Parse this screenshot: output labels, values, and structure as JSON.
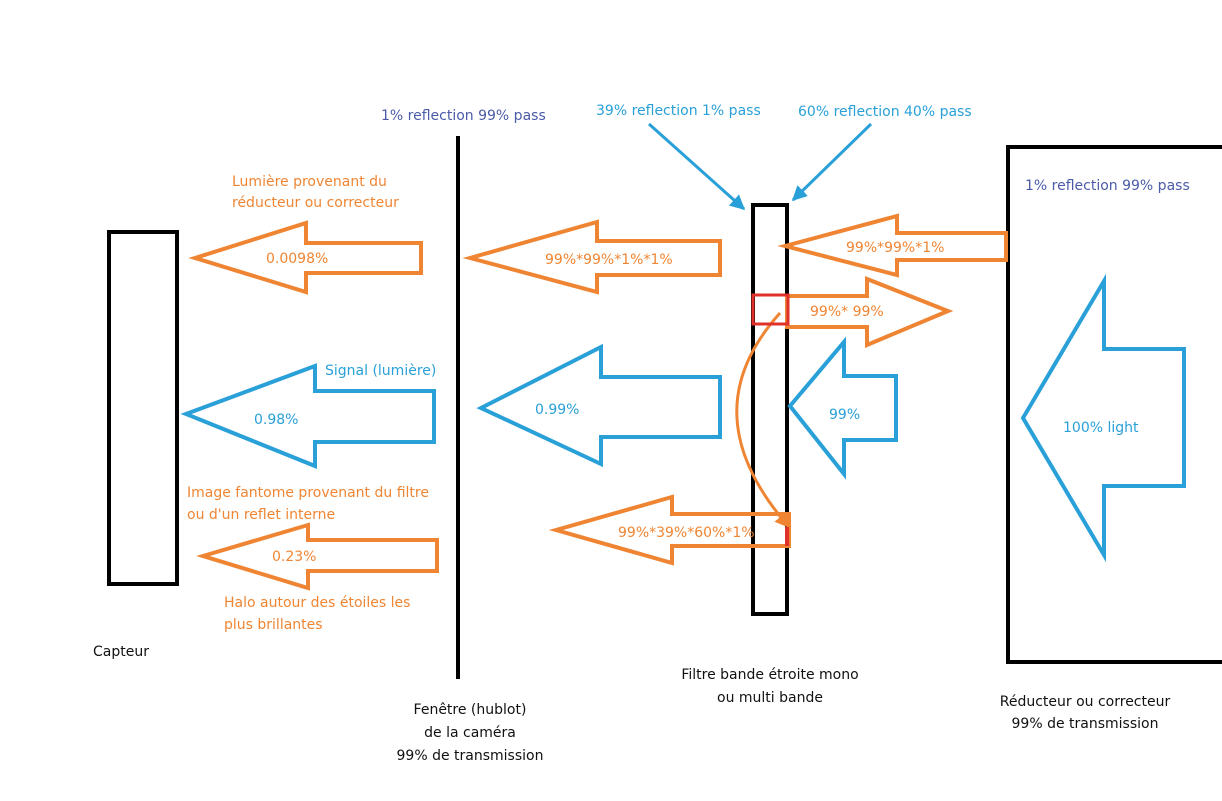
{
  "colors": {
    "orange": "#ef8533",
    "blue": "#29a0d8",
    "navy": "#4b5ba8",
    "red": "#e0302a",
    "black": "#000000"
  },
  "components": {
    "sensor": "Capteur",
    "window": [
      "Fenêtre (hublot)",
      "de la caméra",
      "99% de transmission"
    ],
    "filter": [
      "Filtre bande étroite mono",
      "ou multi bande"
    ],
    "reducer": [
      "Réducteur ou correcteur",
      "99% de transmission"
    ]
  },
  "reflections": {
    "window": "1% reflection 99% pass",
    "filter_inner": "39% reflection 1% pass",
    "filter_outer": "60% reflection 40% pass",
    "reducer": "1% reflection 99% pass"
  },
  "notes": {
    "reducer_light": [
      "Lumière provenant du",
      "réducteur ou correcteur"
    ],
    "signal": "Signal (lumière)",
    "ghost": [
      "Image fantome provenant du filtre",
      "ou d'un reflet interne"
    ],
    "halo": [
      "Halo autour des étoiles les",
      "plus brillantes"
    ]
  },
  "arrows": {
    "a1": "0.0098%",
    "a2": "99%*99%*1%*1%",
    "a3": "99%*99%*1%",
    "a4": "99%* 99%",
    "a5": "0.98%",
    "a6": "0.99%",
    "a7": "99%",
    "a8": "100% light",
    "a9": "99%*39%*60%*1%",
    "a10": "0.23%"
  }
}
